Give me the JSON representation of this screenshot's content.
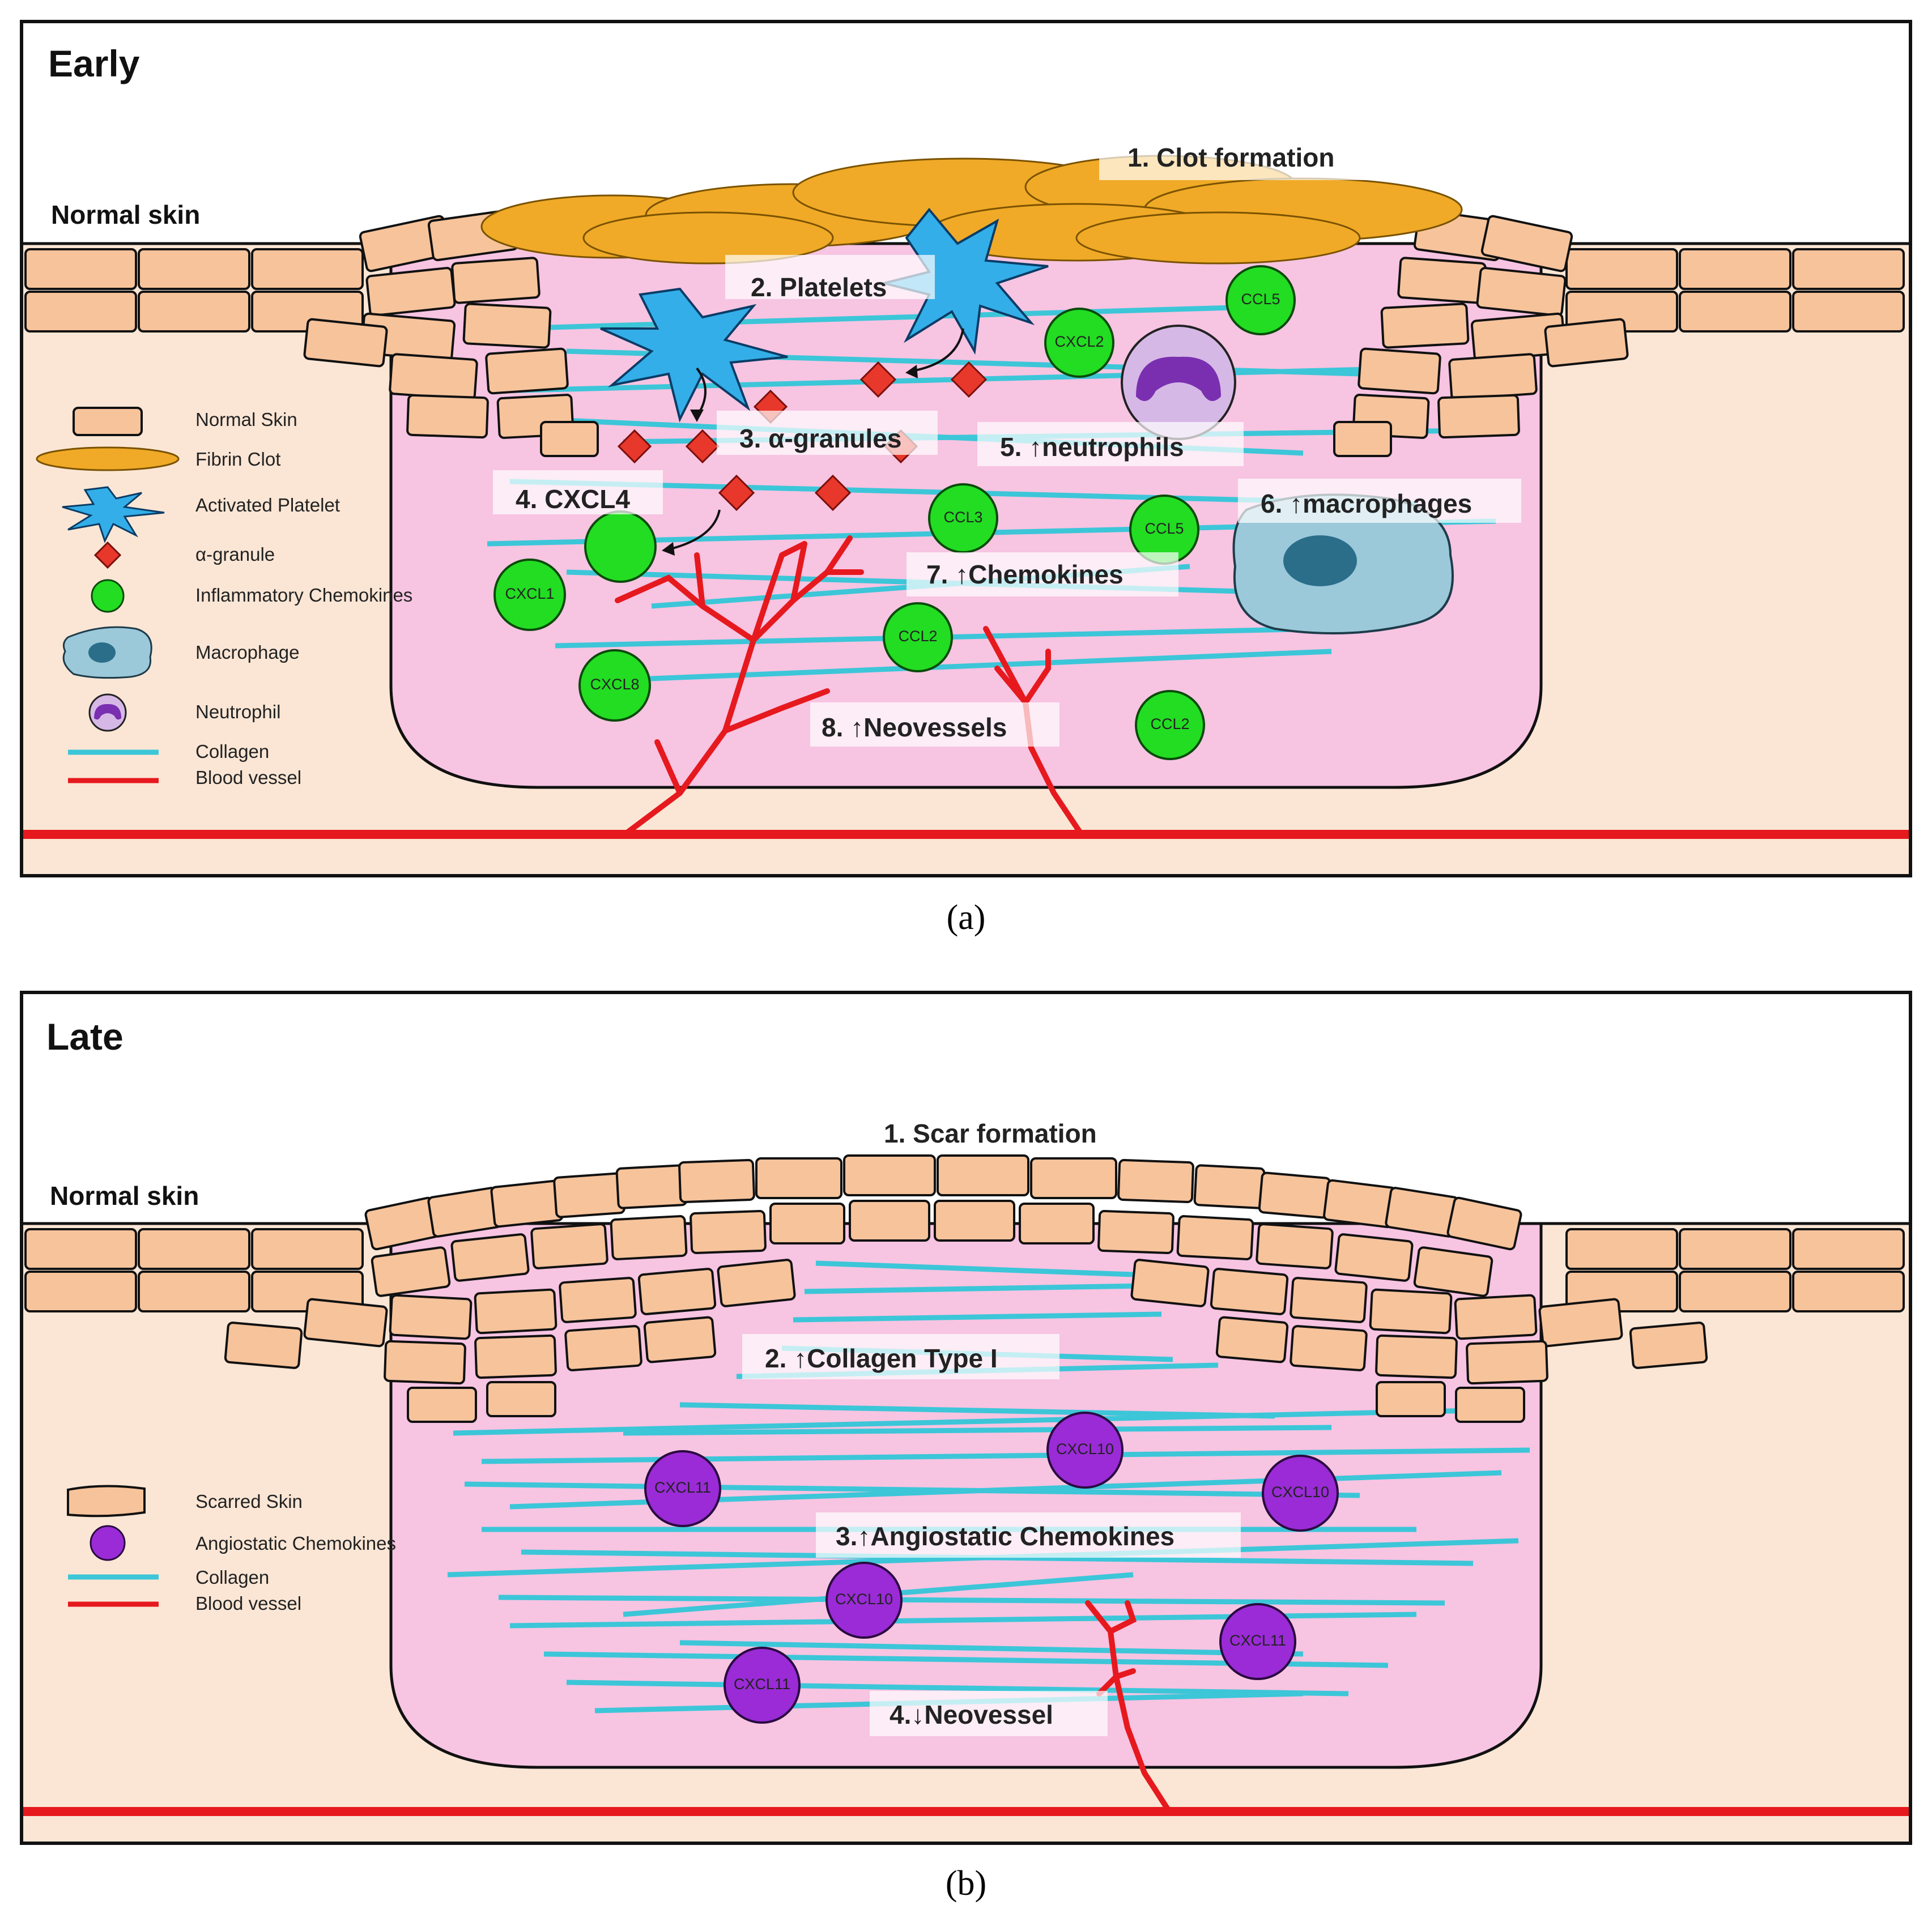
{
  "panels": {
    "a": {
      "title": "Early",
      "tag": "(a)",
      "normal_skin": "Normal skin",
      "steps": {
        "clot": "1. Clot formation",
        "platelets": "2. Platelets",
        "granules": "3. α-granules",
        "cxcl4": "4. CXCL4",
        "neutrophils": "5. ↑neutrophils",
        "macrophages": "6. ↑macrophages",
        "chemokines": "7. ↑Chemokines",
        "neovessels": "8. ↑Neovessels"
      },
      "legend": {
        "normal_skin": "Normal Skin",
        "fibrin_clot": "Fibrin Clot",
        "activated_platelet": "Activated Platelet",
        "alpha_granule": "α-granule",
        "inflammatory_chemokines": "Inflammatory Chemokines",
        "macrophage": "Macrophage",
        "neutrophil": "Neutrophil",
        "collagen": "Collagen",
        "blood_vessel": "Blood vessel"
      },
      "chemokines": {
        "cxcl2": "CXCL2",
        "ccl5_top": "CCL5",
        "ccl3": "CCL3",
        "ccl5_mid": "CCL5",
        "cxcl1": "CXCL1",
        "ccl2_mid": "CCL2",
        "cxcl8": "CXCL8",
        "ccl2_low": "CCL2"
      }
    },
    "b": {
      "title": "Late",
      "tag": "(b)",
      "normal_skin": "Normal skin",
      "steps": {
        "scar": "1. Scar formation",
        "collagen": "2. ↑Collagen Type I",
        "angiostatic": "3.↑Angiostatic Chemokines",
        "neovessel": "4.↓Neovessel"
      },
      "legend": {
        "scarred_skin": "Scarred Skin",
        "angiostatic_chemokines": "Angiostatic Chemokines",
        "collagen": "Collagen",
        "blood_vessel": "Blood vessel"
      },
      "chemokines": {
        "cxcl10_top": "CXCL10",
        "cxcl11_left": "CXCL11",
        "cxcl10_right": "CXCL10",
        "cxcl10_mid": "CXCL10",
        "cxcl11_right": "CXCL11",
        "cxcl11_low": "CXCL11"
      }
    }
  },
  "colors": {
    "skin_cell": "#f6c39b",
    "dermis": "#fbe6d5",
    "wound": "#f7c4e2",
    "clot": "#f0aa27",
    "platelet": "#33aee8",
    "granule": "#e8372b",
    "inflammatory": "#22dd22",
    "angiostatic": "#9a2bd6",
    "macrophage": "#9bc9da",
    "neutrophil": "#d6b8e6",
    "collagen": "#3cc6d8",
    "vessel": "#e6191e"
  },
  "icons": [
    "skin-cell-icon",
    "fibrin-clot-icon",
    "platelet-icon",
    "granule-icon",
    "chemokine-icon",
    "macrophage-icon",
    "neutrophil-icon",
    "collagen-line-icon",
    "blood-vessel-line-icon"
  ]
}
